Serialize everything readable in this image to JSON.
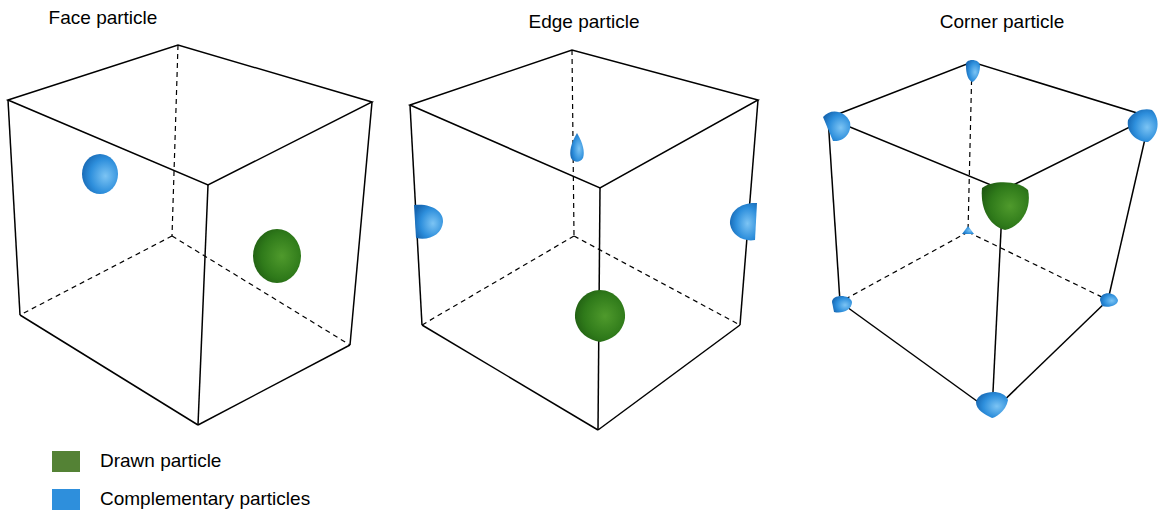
{
  "diagram": {
    "labels": [
      "Face particle",
      "Edge particle",
      "Corner particle"
    ],
    "legend": [
      {
        "text": "Drawn particle",
        "color": "#548235"
      },
      {
        "text": "Complementary particles",
        "color": "#2e8fdc"
      }
    ]
  }
}
